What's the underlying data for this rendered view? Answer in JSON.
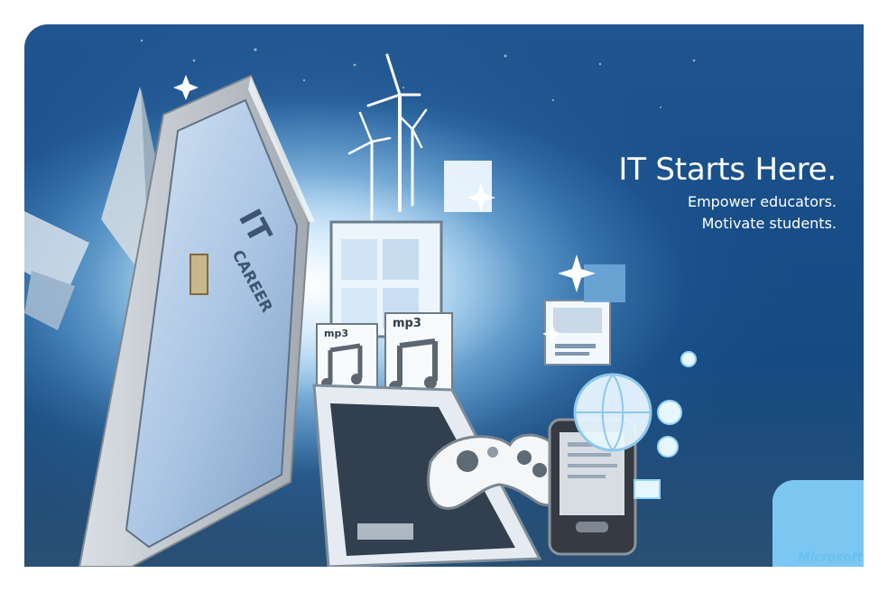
{
  "headline": "IT Starts Here.",
  "subheadline": [
    "Empower educators.",
    "Motivate students."
  ],
  "door_sign": {
    "line1": "IT",
    "line2": "CAREER"
  },
  "media_labels": {
    "mp3_1": "mp3",
    "mp3_2": "mp3",
    "mp3_3": "mp3"
  },
  "brand": "Microsoft",
  "colors": {
    "background_blue": "#184e88",
    "accent_light_blue": "#7cc7f2",
    "brand_blue": "#68c1ef",
    "text_white": "#ffffff"
  },
  "icons": [
    "wind-turbine-icon",
    "door-icon",
    "game-controller-icon",
    "smartphone-icon",
    "mp3-file-icon",
    "globe-icon",
    "gear-icon",
    "envelope-icon",
    "location-pin-icon"
  ]
}
